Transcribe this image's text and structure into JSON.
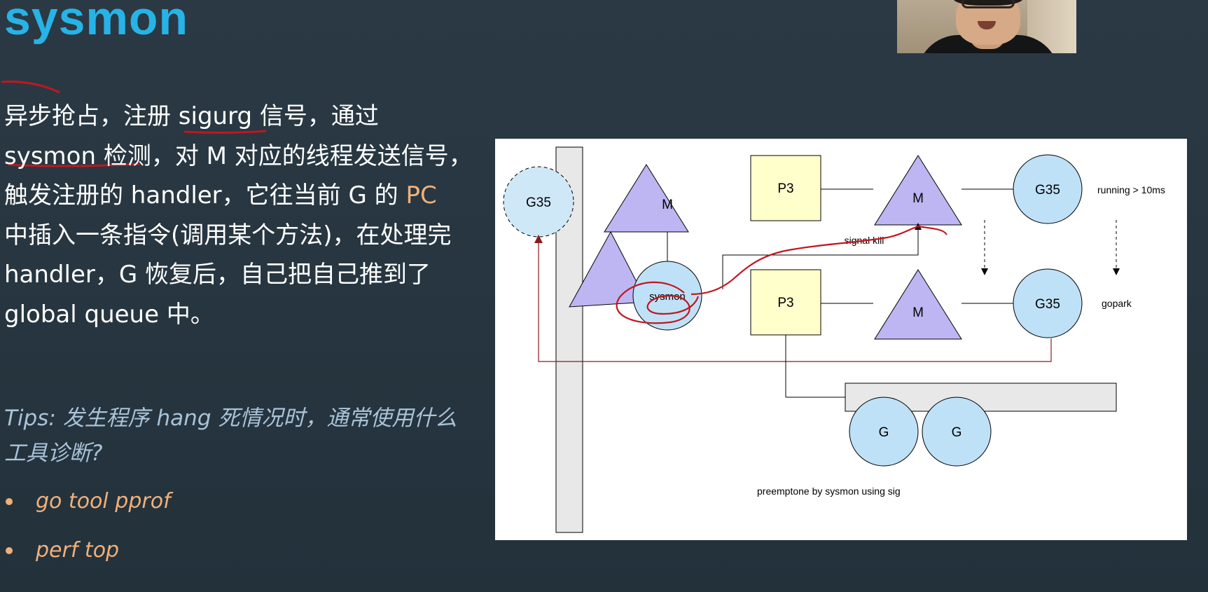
{
  "slide": {
    "title": "sysmon",
    "paragraph": {
      "text_1": "异步抢占，注册 sigurg 信号，通过",
      "text_2": "sysmon 检测，对 M 对应的线程发送信号，",
      "text_3_prefix": "触发注册的 handler，它往当前 G 的 ",
      "text_3_pc": "PC",
      "text_4": "中插入一条指令(调用某个方法)，在处理完",
      "text_5": "handler，G 恢复后，自己把自己推到了",
      "text_6": "global queue 中。"
    },
    "tips": {
      "line_1": "Tips: 发生程序 hang 死情况时，通常使用什么",
      "line_2": "工具诊断?"
    },
    "bullets": [
      {
        "label": "go tool pprof"
      },
      {
        "label": "perf top"
      }
    ]
  },
  "diagram": {
    "left_g": "G35",
    "top_m": "M",
    "sysmon": "sysmon",
    "p_top": "P3",
    "p_bottom": "P3",
    "m_mid_top": "M",
    "m_mid_bottom": "M",
    "g_top": "G35",
    "g_bottom": "G35",
    "g_queue_1": "G",
    "g_queue_2": "G",
    "label_running": "running > 10ms",
    "label_signal": "signal kill",
    "label_gopark": "gopark",
    "caption": "preemptone by sysmon using sig"
  },
  "colors": {
    "title": "#27b3e6",
    "accent_orange": "#f0b07a",
    "tips_text": "#a9c3d8",
    "m_triangle": "#bdb6f2",
    "g_circle": "#bfe1f7",
    "p_box": "#ffffcc",
    "queue_bar": "#e8e8e8",
    "pen_annotation": "#c0171f"
  }
}
